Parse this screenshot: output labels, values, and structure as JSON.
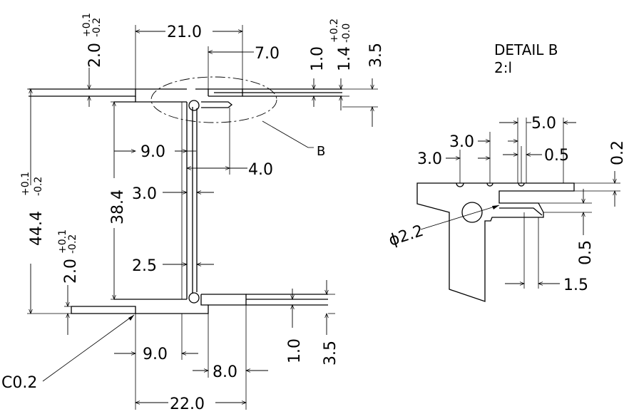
{
  "detail": {
    "title": "DETAIL B",
    "scale": "2:l",
    "callout": "B"
  },
  "dims": {
    "w21": "21.0",
    "w7": "7.0",
    "w9top": "9.0",
    "w4": "4.0",
    "w9bot": "9.0",
    "w8": "8.0",
    "w22": "22.0",
    "h44": "44.4",
    "h44tol_up": "+0.1",
    "h44tol_dn": "-0.2",
    "h38": "38.4",
    "h2top": "2.0",
    "h2top_tol_up": "+0.1",
    "h2top_tol_dn": "-0.2",
    "h2bot": "2.0",
    "h2bot_tol_up": "+0.1",
    "h2bot_tol_dn": "-0.2",
    "h1top": "1.0",
    "h14": "1.4",
    "h14tol_up": "+0.2",
    "h14tol_dn": "-0.0",
    "h35top": "3.5",
    "slot3": "3.0",
    "slot25": "2.5",
    "h1bot": "1.0",
    "h35bot": "3.5",
    "chamfer": "C0.2",
    "det5": "5.0",
    "det3a": "3.0",
    "det3b": "3.0",
    "det05a": "0.5",
    "det02": "0.2",
    "det05b": "0.5",
    "det15": "1.5",
    "det_dia": "ϕ2.2"
  }
}
